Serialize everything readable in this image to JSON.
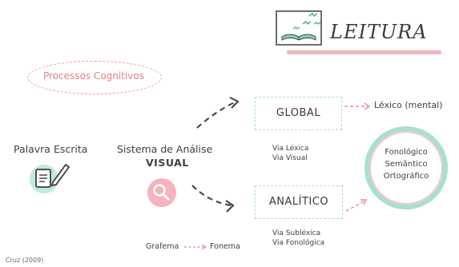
{
  "header": {
    "title": "LEITURA"
  },
  "oval_label": "Processos Cognitivos",
  "nodes": {
    "input": "Palavra Escrita",
    "system_line1": "Sistema de Análise",
    "system_line2": "VISUAL",
    "global": "GLOBAL",
    "analitico": "ANALÍTICO",
    "lexico": "Léxico (mental)"
  },
  "routes": {
    "global_1": "Via Léxica",
    "global_2": "Via Visual",
    "analitico_1": "Via Subléxica",
    "analitico_2": "Via Fonológica"
  },
  "processes": [
    "Fonológico",
    "Semântico",
    "Ortográfico"
  ],
  "mapping": {
    "from": "Grafema",
    "to": "Fonema"
  },
  "citation": "Cruz (2009)",
  "icons": {
    "title": "birds-book-icon",
    "input": "notepad-pencil-icon",
    "system": "magnifier-icon"
  },
  "colors": {
    "pink": "#ef9aa8",
    "mint": "#a8e0cf",
    "teal_dash": "#a9dcd9"
  }
}
